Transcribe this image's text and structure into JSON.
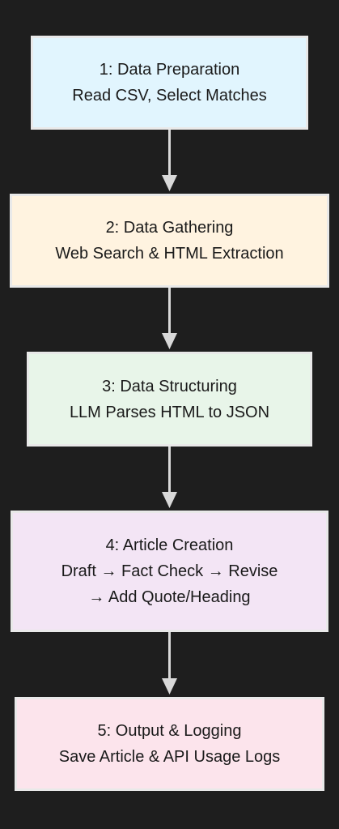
{
  "nodes": [
    {
      "id": "n1",
      "title": "1: Data Preparation",
      "lines": [
        "Read CSV, Select Matches"
      ],
      "color": "#e1f5fe"
    },
    {
      "id": "n2",
      "title": "2: Data Gathering",
      "lines": [
        "Web Search & HTML Extraction"
      ],
      "color": "#fff3e0"
    },
    {
      "id": "n3",
      "title": "3: Data Structuring",
      "lines": [
        "LLM Parses HTML to JSON"
      ],
      "color": "#e8f5e9"
    },
    {
      "id": "n4",
      "title": "4: Article Creation",
      "lines": [
        "Draft → Fact Check → Revise",
        "→ Add Quote/Heading"
      ],
      "color": "#f3e5f5"
    },
    {
      "id": "n5",
      "title": "5: Output & Logging",
      "lines": [
        "Save Article & API Usage Logs"
      ],
      "color": "#fce4ec"
    }
  ],
  "edges": [
    {
      "from": "n1",
      "to": "n2"
    },
    {
      "from": "n2",
      "to": "n3"
    },
    {
      "from": "n3",
      "to": "n4"
    },
    {
      "from": "n4",
      "to": "n5"
    }
  ],
  "colors": {
    "background": "#1e1e1e",
    "border": "#e9e9e9",
    "arrow": "#d9d9d9"
  }
}
